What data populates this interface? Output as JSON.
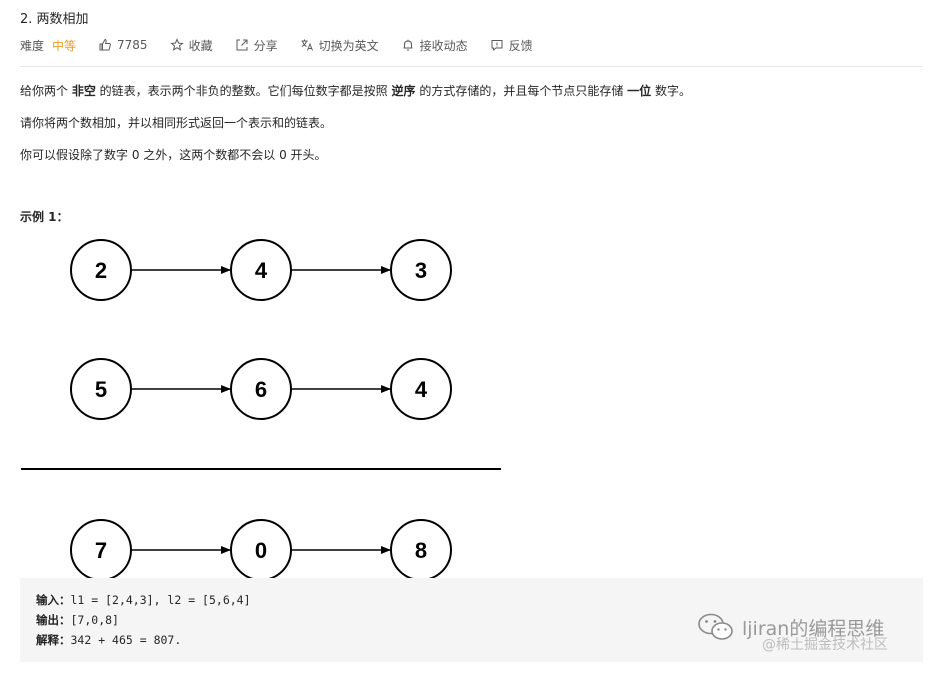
{
  "header": {
    "title": "2. 两数相加",
    "difficulty_label": "难度",
    "difficulty_value": "中等",
    "likes": "7785",
    "favorite_label": "收藏",
    "share_label": "分享",
    "switch_label": "切换为英文",
    "notify_label": "接收动态",
    "feedback_label": "反馈"
  },
  "description": {
    "p1_a": "给你两个 ",
    "p1_b": "非空",
    "p1_c": " 的链表，表示两个非负的整数。它们每位数字都是按照 ",
    "p1_d": "逆序",
    "p1_e": " 的方式存储的，并且每个节点只能存储 ",
    "p1_f": "一位",
    "p1_g": " 数字。",
    "p2": "请你将两个数相加，并以相同形式返回一个表示和的链表。",
    "p3": "你可以假设除了数字 0 之外，这两个数都不会以 0 开头。"
  },
  "example": {
    "title": "示例 1：",
    "lists": [
      [
        "2",
        "4",
        "3"
      ],
      [
        "5",
        "6",
        "4"
      ],
      [
        "7",
        "0",
        "8"
      ]
    ],
    "input_label": "输入：",
    "input_value": "l1 = [2,4,3], l2 = [5,6,4]",
    "output_label": "输出：",
    "output_value": "[7,0,8]",
    "explain_label": "解释：",
    "explain_value": "342 + 465 = 807."
  },
  "watermark": {
    "main": "ljiran的编程思维",
    "sub": "@稀土掘金技术社区"
  },
  "icons": [
    "thumb-up-icon",
    "star-icon",
    "share-icon",
    "translate-icon",
    "bell-icon",
    "feedback-icon",
    "wechat-icon"
  ]
}
